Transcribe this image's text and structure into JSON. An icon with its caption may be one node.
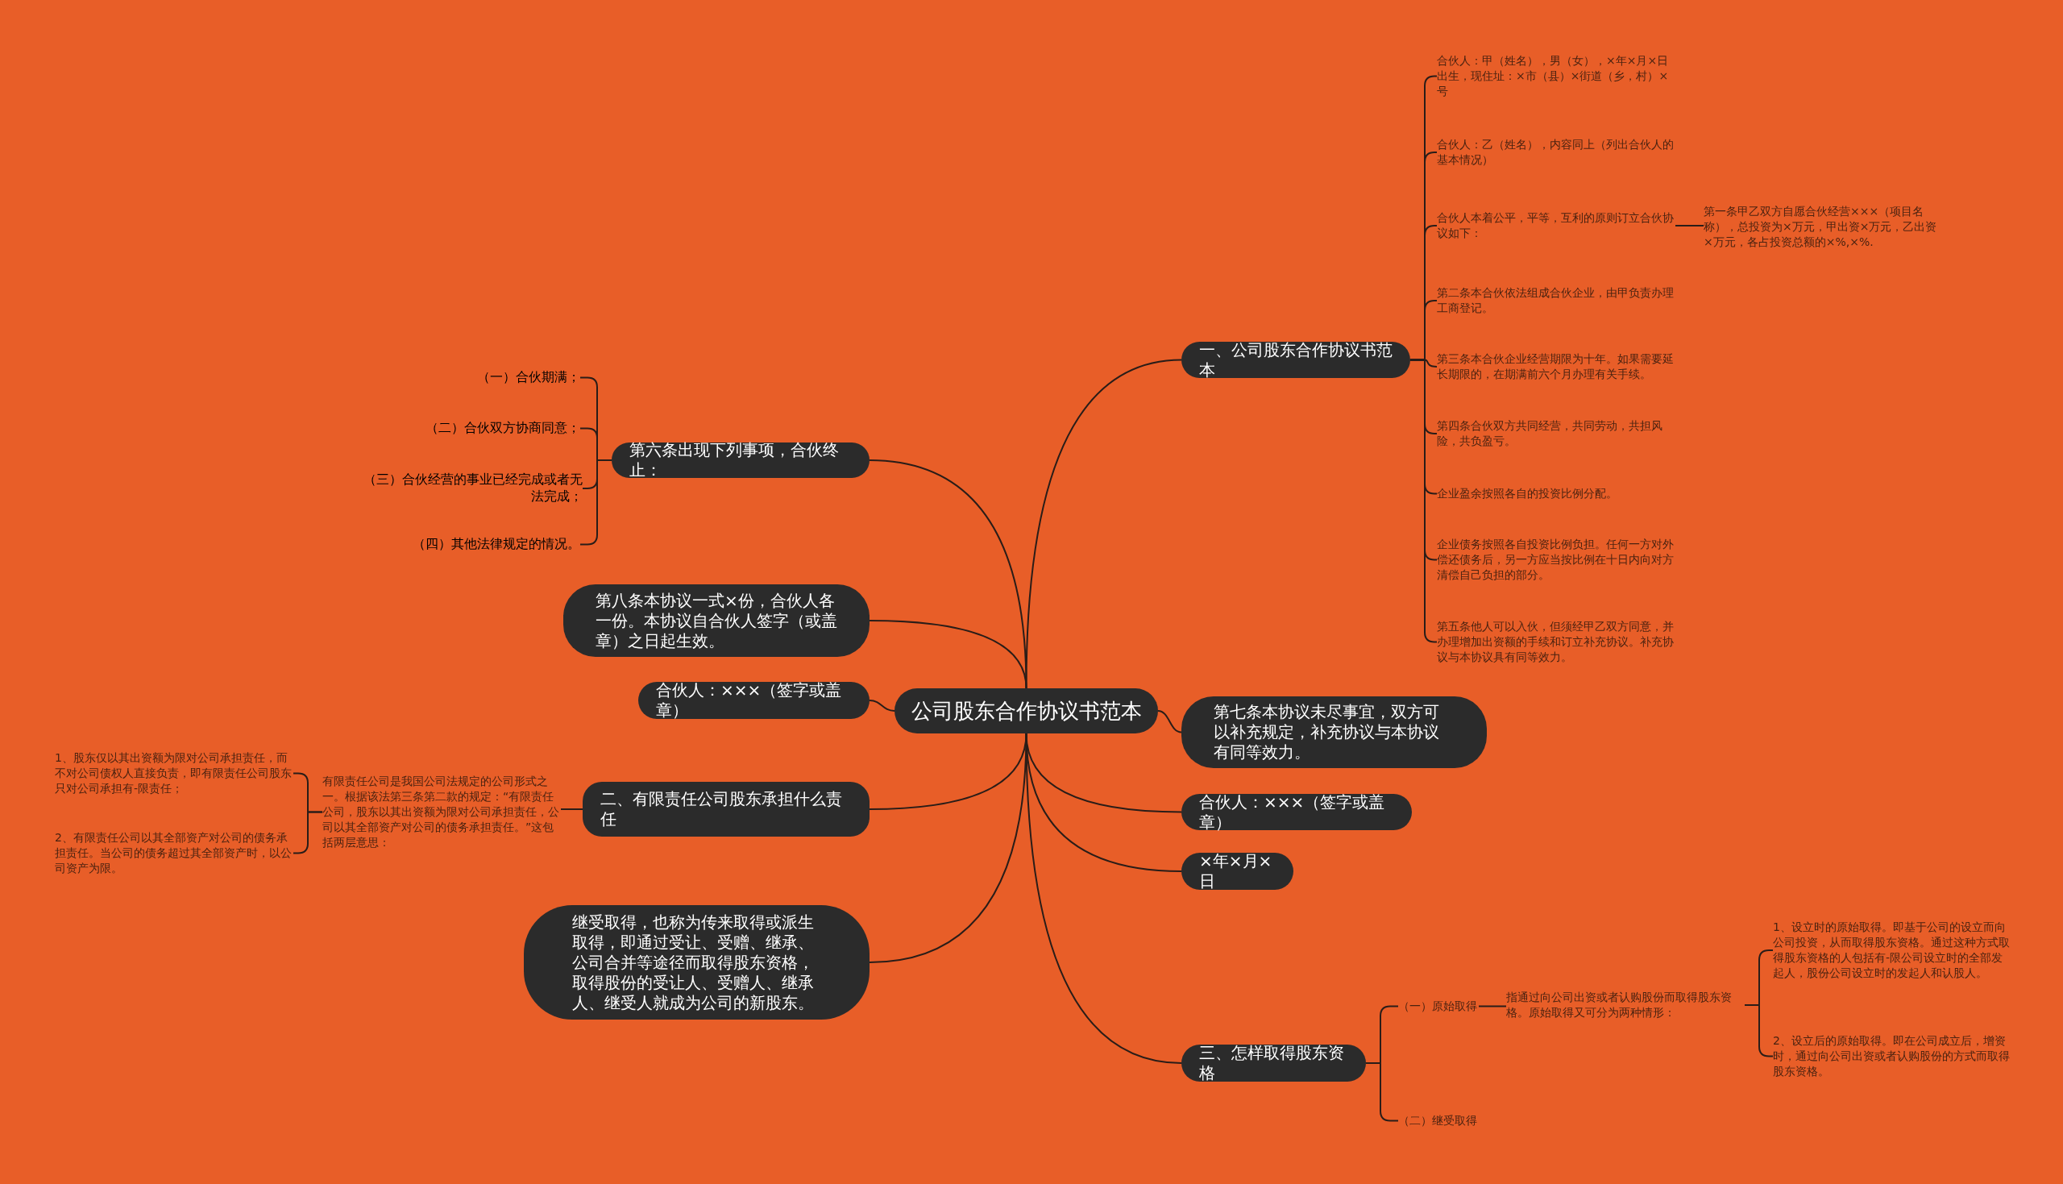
{
  "diagram": {
    "nodes": [
      {
        "text": [
          "公司股东合作协议书范本"
        ]
      },
      {
        "text": [
          "一、公司股东合作协议书范本"
        ]
      },
      {
        "text": [
          "合伙人：甲（姓名），男（女），×年×月×日出生，现住址：×市（县）×街道（乡，村）×号"
        ]
      },
      {
        "text": [
          "合伙人：乙（姓名），内容同上（列出合伙人的基本情况）"
        ]
      },
      {
        "text": [
          "合伙人本着公平，平等，互利的原则订立合伙协议如下："
        ]
      },
      {
        "text": [
          "第一条甲乙双方自愿合伙经营×××（项目名称），总投资为×万元，甲出资×万元，乙出资×万元，各占投资总额的×%,×%."
        ]
      },
      {
        "text": [
          "第二条本合伙依法组成合伙企业，由甲负责办理工商登记。"
        ]
      },
      {
        "text": [
          "第三条本合伙企业经营期限为十年。如果需要延长期限的，在期满前六个月办理有关手续。"
        ]
      },
      {
        "text": [
          "第四条合伙双方共同经营，共同劳动，共担风险，共负盈亏。"
        ]
      },
      {
        "text": [
          "企业盈余按照各自的投资比例分配。"
        ]
      },
      {
        "text": [
          "企业债务按照各自投资比例负担。任何一方对外偿还债务后，另一方应当按比例在十日内向对方清偿自己负担的部分。"
        ]
      },
      {
        "text": [
          "第五条他人可以入伙，但须经甲乙双方同意，并办理增加出资额的手续和订立补充协议。补充协议与本协议具有同等效力。"
        ]
      },
      {
        "text": [
          "第七条本协议未尽事宜，双方可以补充规定，补充协议与本协议有同等效力。"
        ]
      },
      {
        "text": [
          "合伙人：×××（签字或盖章）"
        ]
      },
      {
        "text": [
          "×年×月×日"
        ]
      },
      {
        "text": [
          "三、怎样取得股东资格"
        ]
      },
      {
        "text": [
          "（一）原始取得"
        ]
      },
      {
        "text": [
          "指通过向公司出资或者认购股份而取得股东资格。原始取得又可分为两种情形："
        ]
      },
      {
        "text": [
          "1、设立时的原始取得。即基于公司的设立而向公司投资，从而取得股东资格。通过这种方式取得股东资格的人包括有-限公司设立时的全部发起人，股份公司设立时的发起人和认股人。"
        ]
      },
      {
        "text": [
          "2、设立后的原始取得。即在公司成立后，增资时，通过向公司出资或者认购股份的方式而取得股东资格。"
        ]
      },
      {
        "text": [
          "（二）继受取得"
        ]
      },
      {
        "text": [
          "第六条出现下列事项，合伙终止："
        ]
      },
      {
        "text": [
          "（一）合伙期满；"
        ]
      },
      {
        "text": [
          "（二）合伙双方协商同意；"
        ]
      },
      {
        "text": [
          "（三）合伙经营的事业已经完成或者无法完成；"
        ]
      },
      {
        "text": [
          "（四）其他法律规定的情况。"
        ]
      },
      {
        "text": [
          "第八条本协议一式×份，合伙人各一份。本协议自合伙人签字（或盖章）之日起生效。"
        ]
      },
      {
        "text": [
          "合伙人：×××（签字或盖章）"
        ]
      },
      {
        "text": [
          "二、有限责任公司股东承担什么责任"
        ]
      },
      {
        "text": [
          "有限责任公司是我国公司法规定的公司形式之一。根据该法第三条第二款的规定：“有限责任公司，股东以其出资额为限对公司承担责任，公司以其全部资产对公司的债务承担责任。”这包括两层意思："
        ]
      },
      {
        "text": [
          "1、股东仅以其出资额为限对公司承担责任，而不对公司债权人直接负责，即有限责任公司股东只对公司承担有-限责任；"
        ]
      },
      {
        "text": [
          "2、有限责任公司以其全部资产对公司的债务承担责任。当公司的债务超过其全部资产时，以公司资产为限。"
        ]
      },
      {
        "text": [
          "继受取得，也称为传来取得或派生取得，即通过受让、受赠、继承、公司合并等途径而取得股东资格，取得股份的受让人、受赠人、继承人、继受人就成为公司的新股东。"
        ]
      }
    ],
    "edges": [
      {
        "from": 0,
        "to": 1,
        "arrow": "none"
      },
      {
        "from": 1,
        "to": 2,
        "arrow": "none"
      },
      {
        "from": 1,
        "to": 3,
        "arrow": "none"
      },
      {
        "from": 1,
        "to": 4,
        "arrow": "none"
      },
      {
        "from": 4,
        "to": 5,
        "arrow": "none"
      },
      {
        "from": 1,
        "to": 6,
        "arrow": "none"
      },
      {
        "from": 1,
        "to": 7,
        "arrow": "none"
      },
      {
        "from": 1,
        "to": 8,
        "arrow": "none"
      },
      {
        "from": 1,
        "to": 9,
        "arrow": "none"
      },
      {
        "from": 1,
        "to": 10,
        "arrow": "none"
      },
      {
        "from": 1,
        "to": 11,
        "arrow": "none"
      },
      {
        "from": 0,
        "to": 12,
        "arrow": "none"
      },
      {
        "from": 0,
        "to": 13,
        "arrow": "none"
      },
      {
        "from": 0,
        "to": 14,
        "arrow": "none"
      },
      {
        "from": 0,
        "to": 15,
        "arrow": "none"
      },
      {
        "from": 15,
        "to": 16,
        "arrow": "none"
      },
      {
        "from": 16,
        "to": 17,
        "arrow": "none"
      },
      {
        "from": 17,
        "to": 18,
        "arrow": "none"
      },
      {
        "from": 17,
        "to": 19,
        "arrow": "none"
      },
      {
        "from": 15,
        "to": 20,
        "arrow": "none"
      },
      {
        "from": 0,
        "to": 21,
        "arrow": "none"
      },
      {
        "from": 21,
        "to": 22,
        "arrow": "none"
      },
      {
        "from": 21,
        "to": 23,
        "arrow": "none"
      },
      {
        "from": 21,
        "to": 24,
        "arrow": "none"
      },
      {
        "from": 21,
        "to": 25,
        "arrow": "none"
      },
      {
        "from": 0,
        "to": 26,
        "arrow": "none"
      },
      {
        "from": 0,
        "to": 27,
        "arrow": "none"
      },
      {
        "from": 0,
        "to": 28,
        "arrow": "none"
      },
      {
        "from": 28,
        "to": 29,
        "arrow": "none"
      },
      {
        "from": 29,
        "to": 30,
        "arrow": "none"
      },
      {
        "from": 29,
        "to": 31,
        "arrow": "none"
      },
      {
        "from": 0,
        "to": 32,
        "arrow": "none"
      }
    ]
  }
}
